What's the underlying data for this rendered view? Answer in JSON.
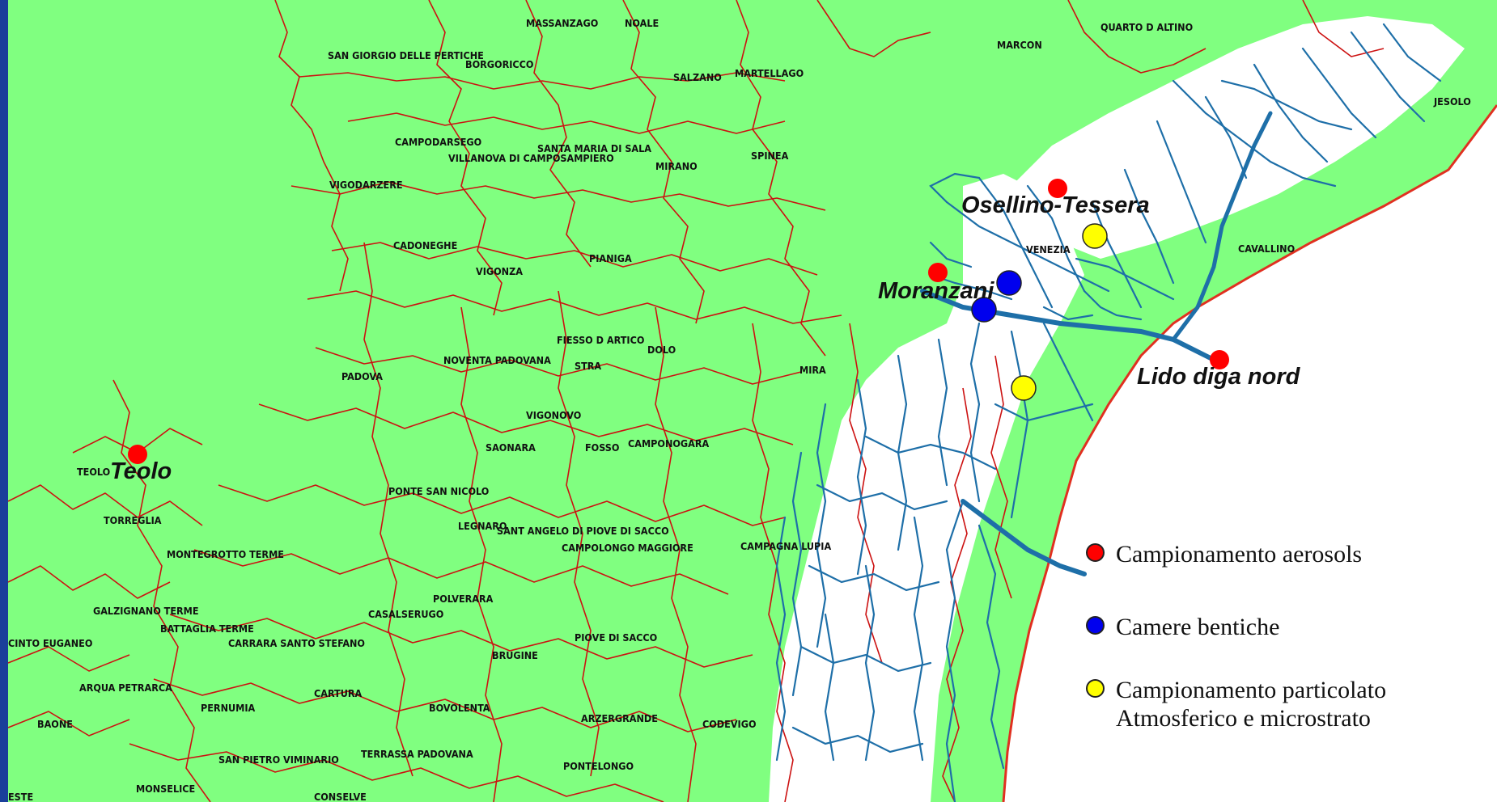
{
  "municipalities": [
    "MASSANZAGO",
    "NOALE",
    "QUARTO D ALTINO",
    "MARCON",
    "SAN GIORGIO DELLE PERTICHE",
    "BORGORICCO",
    "SALZANO",
    "MARTELLAGO",
    "JESOLO",
    "CAMPODARSEGO",
    "SANTA MARIA DI SALA",
    "VILLANOVA DI CAMPOSAMPIERO",
    "MIRANO",
    "SPINEA",
    "VIGODARZERE",
    "VENEZIA",
    "CAVALLINO",
    "CADONEGHE",
    "PIANIGA",
    "VIGONZA",
    "FIESSO D ARTICO",
    "DOLO",
    "NOVENTA PADOVANA",
    "STRA",
    "MIRA",
    "PADOVA",
    "VIGONOVO",
    "SAONARA",
    "FOSSO",
    "CAMPONOGARA",
    "TEOLO",
    "PONTE SAN NICOLO",
    "TORREGLIA",
    "LEGNARO",
    "SANT ANGELO DI PIOVE DI SACCO",
    "CAMPOLONGO MAGGIORE",
    "CAMPAGNA LUPIA",
    "MONTEGROTTO TERME",
    "POLVERARA",
    "GALZIGNANO TERME",
    "CASALSERUGO",
    "BATTAGLIA TERME",
    "CINTO EUGANEO",
    "CARRARA SANTO STEFANO",
    "PIOVE DI SACCO",
    "BRUGINE",
    "ARQUA PETRARCA",
    "CARTURA",
    "PERNUMIA",
    "BOVOLENTA",
    "ARZERGRANDE",
    "CODEVIGO",
    "BAONE",
    "TERRASSA PADOVANA",
    "SAN PIETRO VIMINARIO",
    "PONTELONGO",
    "MONSELICE",
    "CONSELVE",
    "ESTE"
  ],
  "sites": [
    {
      "name": "Osellino-Tessera"
    },
    {
      "name": "Moranzani"
    },
    {
      "name": "Lido diga nord"
    },
    {
      "name": "Teolo"
    }
  ],
  "legend": [
    {
      "label": "Campionamento aerosols",
      "color": "#ff0000"
    },
    {
      "label": "Camere bentiche",
      "color": "#0000ee"
    },
    {
      "label": "Campionamento particolato\nAtmosferico e microstrato",
      "color": "#ffff00"
    }
  ],
  "colors": {
    "land": "#80ff80",
    "lagoon": "#ffffff",
    "water": "#1e6fa8",
    "boundary": "#cc1111",
    "coast": "#e03020",
    "frame": "#1a3f9a"
  }
}
